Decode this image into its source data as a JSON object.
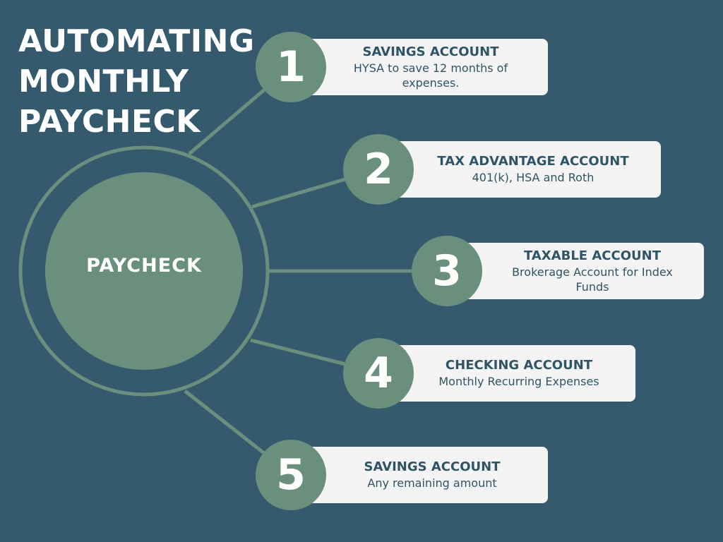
{
  "title_lines": [
    "AUTOMATING",
    "MONTHLY",
    "PAYCHECK"
  ],
  "hub": {
    "label": "PAYCHECK"
  },
  "steps": [
    {
      "number": "1",
      "title": "SAVINGS ACCOUNT",
      "description": "HYSA to save 12 months of expenses."
    },
    {
      "number": "2",
      "title": "TAX ADVANTAGE ACCOUNT",
      "description": "401(k), HSA and Roth"
    },
    {
      "number": "3",
      "title": "TAXABLE ACCOUNT",
      "description": "Brokerage Account for Index Funds"
    },
    {
      "number": "4",
      "title": "CHECKING ACCOUNT",
      "description": "Monthly Recurring Expenses"
    },
    {
      "number": "5",
      "title": "SAVINGS ACCOUNT",
      "description": "Any remaining amount"
    }
  ],
  "colors": {
    "background": "#365a6d",
    "accent_green": "#6b8f7d",
    "card": "#f4f4f4",
    "text_dark": "#2f5466"
  }
}
